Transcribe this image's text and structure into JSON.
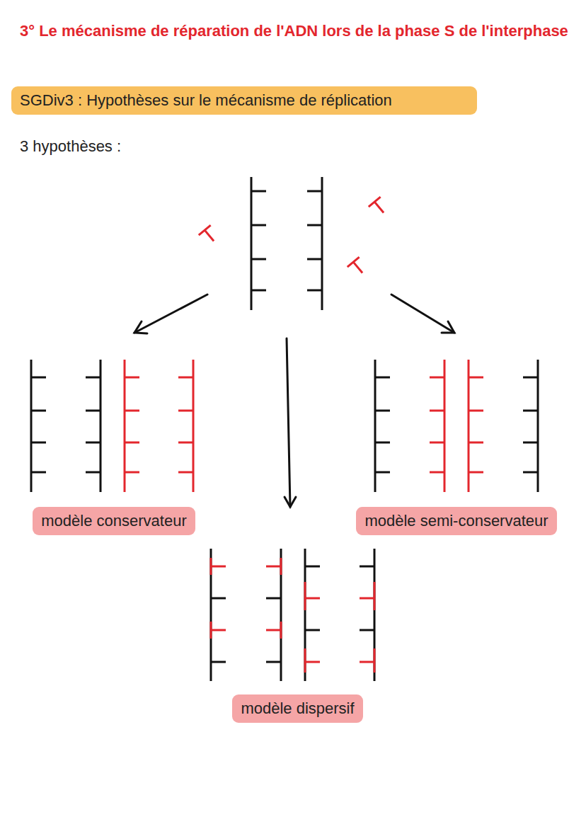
{
  "diagram": {
    "title": "3° Le mécanisme de réparation de l'ADN lors de la phase S de l'interphase",
    "nodes": [
      {
        "text": [
          "SGDiv3 : Hypothèses sur le mécanisme de réplication"
        ]
      },
      {
        "text": [
          "modèle conservateur"
        ]
      },
      {
        "text": [
          "modèle semi-conservateur"
        ]
      },
      {
        "text": [
          "modèle dispersif"
        ]
      }
    ],
    "labels": [
      "3 hypothèses :"
    ]
  }
}
